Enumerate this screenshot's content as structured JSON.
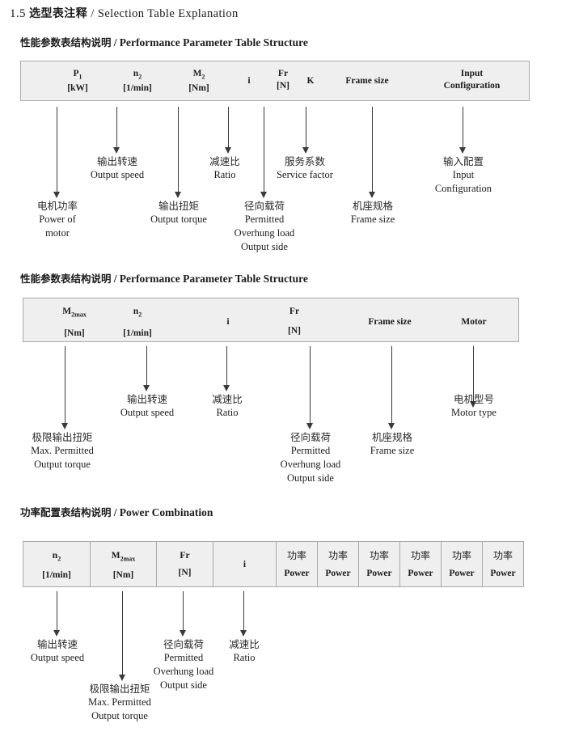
{
  "document": {
    "title_number": "1.5",
    "title_cn": "选型表注释",
    "title_sep": "/",
    "title_en": "Selection Table Explanation"
  },
  "sections": [
    {
      "id": "performance-parameter-1",
      "heading_cn": "性能参数表结构说明",
      "heading_sep": "/",
      "heading_en": "Performance Parameter Table Structure",
      "table": {
        "bordered": false,
        "columns": [
          {
            "name": "power",
            "symbol": "P",
            "sub": "1",
            "unit": "[kW]"
          },
          {
            "name": "speed",
            "symbol": "n",
            "sub": "2",
            "unit": "[1/min]"
          },
          {
            "name": "torque",
            "symbol": "M",
            "sub": "2",
            "unit": "[Nm]"
          },
          {
            "name": "ratio",
            "symbol": "i",
            "sub": "",
            "unit": ""
          },
          {
            "name": "radial-load",
            "symbol": "Fr",
            "sub": "",
            "unit": "[N]"
          },
          {
            "name": "service-factor",
            "symbol": "K",
            "sub": "",
            "unit": ""
          },
          {
            "name": "frame-size",
            "symbol": "Frame size",
            "sub": "",
            "unit": ""
          },
          {
            "name": "input-config",
            "symbol": "Input",
            "sub": "",
            "unit": "Configuration"
          }
        ]
      },
      "annotations": [
        {
          "cn": "电机功率",
          "en": [
            "Power of",
            "motor"
          ]
        },
        {
          "cn": "输出转速",
          "en": [
            "Output speed"
          ]
        },
        {
          "cn": "输出扭矩",
          "en": [
            "Output torque"
          ]
        },
        {
          "cn": "减速比",
          "en": [
            "Ratio"
          ]
        },
        {
          "cn": "径向载荷",
          "en": [
            "Permitted",
            "Overhung load",
            "Output side"
          ]
        },
        {
          "cn": "服务系数",
          "en": [
            "Service factor"
          ]
        },
        {
          "cn": "机座规格",
          "en": [
            "Frame size"
          ]
        },
        {
          "cn": "输入配置",
          "en": [
            "Input",
            "Configuration"
          ]
        }
      ]
    },
    {
      "id": "performance-parameter-2",
      "heading_cn": "性能参数表结构说明",
      "heading_sep": "/",
      "heading_en": "Performance Parameter Table Structure",
      "table": {
        "bordered": false,
        "columns": [
          {
            "name": "max-torque",
            "symbol": "M",
            "sub": "2max",
            "unit": "[Nm]"
          },
          {
            "name": "speed",
            "symbol": "n",
            "sub": "2",
            "unit": "[1/min]"
          },
          {
            "name": "ratio",
            "symbol": "i",
            "sub": "",
            "unit": ""
          },
          {
            "name": "radial-load",
            "symbol": "Fr",
            "sub": "",
            "unit": "[N]"
          },
          {
            "name": "frame-size",
            "symbol": "Frame size",
            "sub": "",
            "unit": ""
          },
          {
            "name": "motor",
            "symbol": "Motor",
            "sub": "",
            "unit": ""
          }
        ]
      },
      "annotations": [
        {
          "cn": "极限输出扭矩",
          "en": [
            "Max. Permitted",
            "Output  torque"
          ]
        },
        {
          "cn": "输出转速",
          "en": [
            "Output speed"
          ]
        },
        {
          "cn": "减速比",
          "en": [
            "Ratio"
          ]
        },
        {
          "cn": "径向载荷",
          "en": [
            "Permitted",
            "Overhung load",
            "Output side"
          ]
        },
        {
          "cn": "机座规格",
          "en": [
            "Frame size"
          ]
        },
        {
          "cn": "电机型号",
          "en": [
            "Motor type"
          ]
        }
      ]
    },
    {
      "id": "power-combination",
      "heading_cn": "功率配置表结构说明",
      "heading_sep": "/",
      "heading_en": "Power Combination",
      "table": {
        "bordered": true,
        "columns": [
          {
            "name": "speed",
            "symbol": "n",
            "sub": "2",
            "unit": "[1/min]"
          },
          {
            "name": "max-torque",
            "symbol": "M",
            "sub": "2max",
            "unit": "[Nm]"
          },
          {
            "name": "radial-load",
            "symbol": "Fr",
            "sub": "",
            "unit": "[N]"
          },
          {
            "name": "ratio",
            "symbol": "i",
            "sub": "",
            "unit": ""
          },
          {
            "name": "power-1",
            "symbol": "功率",
            "sub": "",
            "unit": "Power"
          },
          {
            "name": "power-2",
            "symbol": "功率",
            "sub": "",
            "unit": "Power"
          },
          {
            "name": "power-3",
            "symbol": "功率",
            "sub": "",
            "unit": "Power"
          },
          {
            "name": "power-4",
            "symbol": "功率",
            "sub": "",
            "unit": "Power"
          },
          {
            "name": "power-5",
            "symbol": "功率",
            "sub": "",
            "unit": "Power"
          },
          {
            "name": "power-6",
            "symbol": "功率",
            "sub": "",
            "unit": "Power"
          }
        ]
      },
      "annotations": [
        {
          "cn": "输出转速",
          "en": [
            "Output speed"
          ]
        },
        {
          "cn": "极限输出扭矩",
          "en": [
            "Max. Permitted",
            "Output  torque"
          ]
        },
        {
          "cn": "径向载荷",
          "en": [
            "Permitted",
            "Overhung load",
            "Output side"
          ]
        },
        {
          "cn": "减速比",
          "en": [
            "Ratio"
          ]
        }
      ]
    }
  ],
  "colors": {
    "table_fill": "#efefef",
    "table_border": "#a8a8a8",
    "arrow": "#3a3a3a",
    "text": "#1c1c1c"
  }
}
